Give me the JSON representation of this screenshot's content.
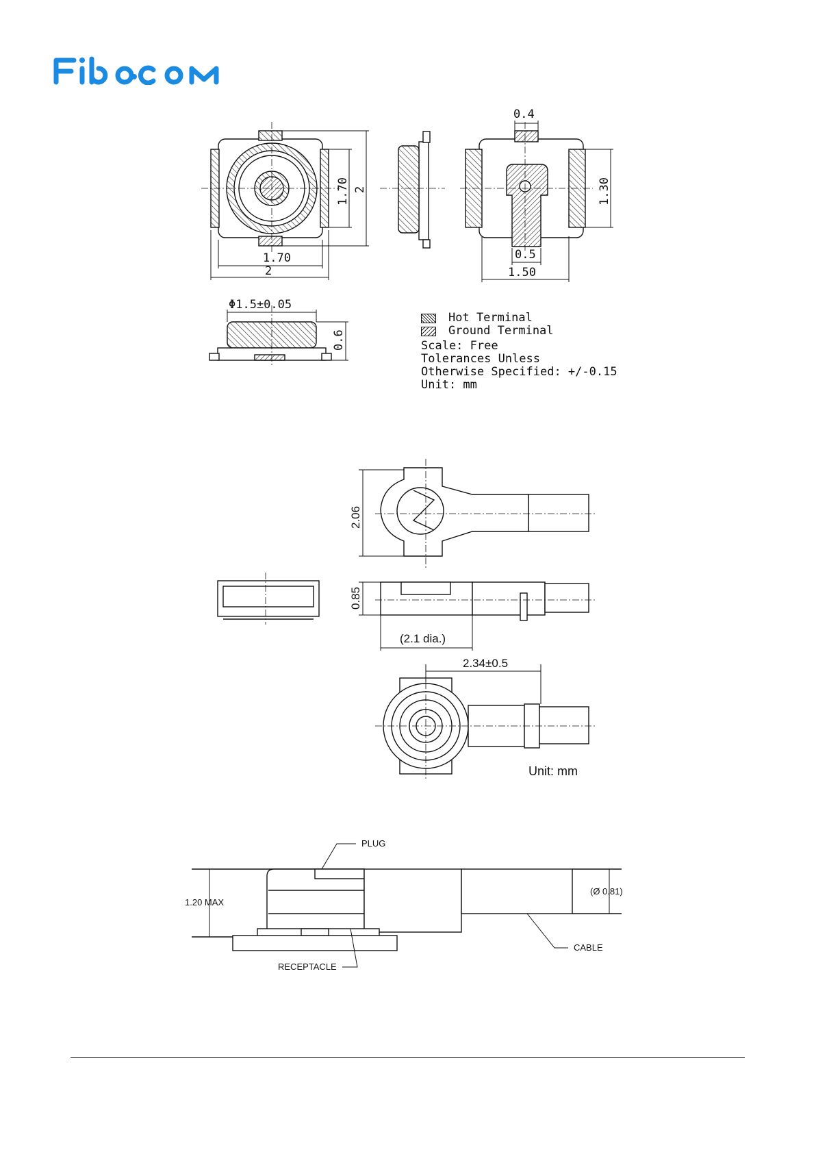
{
  "header": {
    "logo_text": "Fibocom",
    "brand_color": "#1a8be0"
  },
  "figure1": {
    "dim_top_width_inner": "1.70",
    "dim_top_width_outer": "2",
    "dim_top_height_inner": "1.70",
    "dim_top_height_outer": "2",
    "dim_bottom_pin_width": "0.4",
    "dim_bottom_center_width": "0.5",
    "dim_bottom_width": "1.50",
    "dim_bottom_height": "1.30",
    "dim_side_diameter": "Φ1.5±0.05",
    "dim_side_height": "0.6",
    "legend_hot": "Hot Terminal",
    "legend_ground": "Ground Terminal",
    "note_scale": "Scale: Free",
    "note_tol_1": "Tolerances Unless",
    "note_tol_2": "Otherwise Specified: +/-0.15",
    "note_unit": "Unit: mm"
  },
  "figure2": {
    "dim_height": "2.06",
    "dim_side_height": "0.85",
    "dim_dia": "(2.1 dia.)",
    "dim_offset": "2.34±0.5",
    "unit": "Unit: mm"
  },
  "figure3": {
    "label_plug": "PLUG",
    "label_receptacle": "RECEPTACLE",
    "label_cable": "CABLE",
    "dim_height": "1.20 MAX",
    "dim_cable": "(Ø 0.81)"
  }
}
